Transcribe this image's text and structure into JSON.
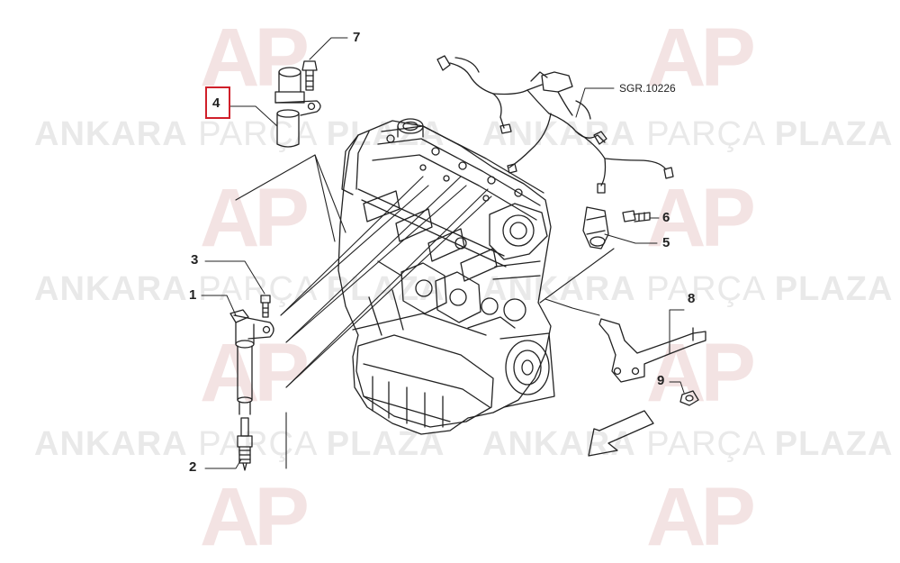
{
  "watermark": {
    "logo": "AP",
    "word1": "ANKARA",
    "word2": "PARÇA",
    "word3": "PLAZA"
  },
  "diagram": {
    "reference_code": "SGR.10226",
    "highlighted_callout": "4",
    "callouts": {
      "c1": "1",
      "c2": "2",
      "c3": "3",
      "c4": "4",
      "c5": "5",
      "c6": "6",
      "c7": "7",
      "c8": "8",
      "c9": "9"
    },
    "colors": {
      "line": "#222222",
      "highlight": "#d0202a",
      "watermark_text": "#e9e9e9",
      "watermark_logo": "#f3e3e3"
    }
  }
}
